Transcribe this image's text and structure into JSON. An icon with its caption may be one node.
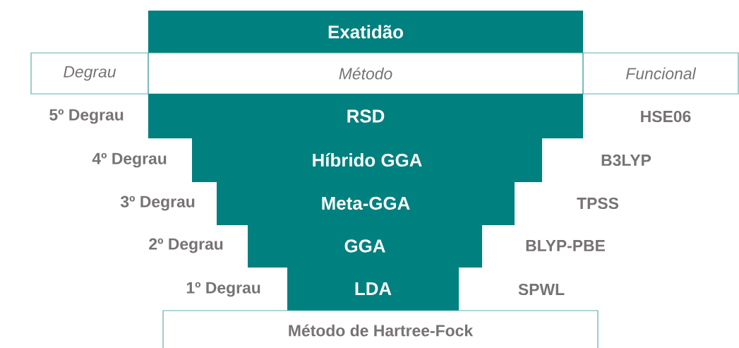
{
  "diagram": {
    "nodes": [
      {
        "text": [
          "Exatidão"
        ]
      },
      {
        "text": [
          "Degrau"
        ]
      },
      {
        "text": [
          "Método"
        ]
      },
      {
        "text": [
          "Funcional"
        ]
      },
      {
        "text": [
          "RSD"
        ]
      },
      {
        "text": [
          "Híbrido GGA"
        ]
      },
      {
        "text": [
          "Meta-GGA"
        ]
      },
      {
        "text": [
          "GGA"
        ]
      },
      {
        "text": [
          "LDA"
        ]
      },
      {
        "text": [
          "Método de Hartree-Fock"
        ]
      }
    ],
    "labels": [
      "5º Degrau",
      "HSE06",
      "4º Degrau",
      "B3LYP",
      "3º Degrau",
      "TPSS",
      "2º Degrau",
      "BLYP-PBE",
      "1º Degrau",
      "SPWL"
    ]
  }
}
